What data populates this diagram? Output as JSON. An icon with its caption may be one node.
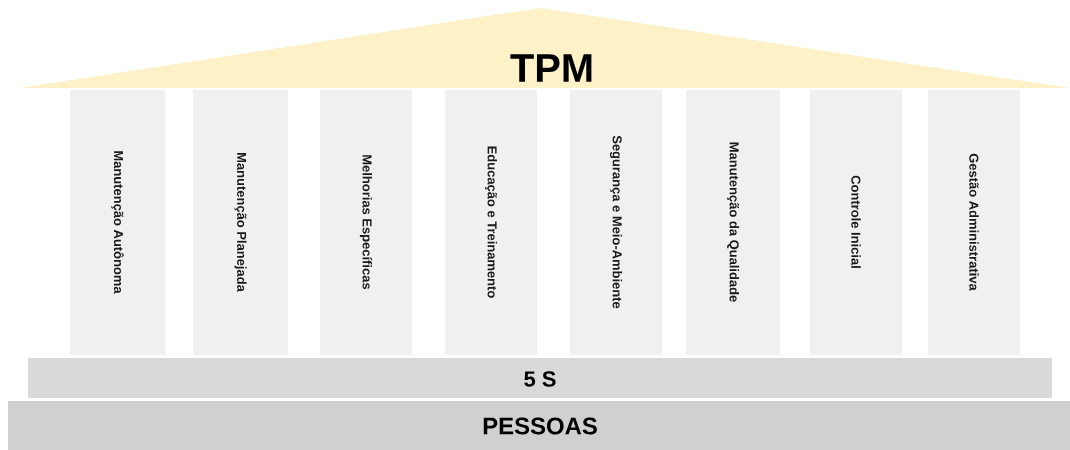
{
  "diagram": {
    "nodes": [
      {
        "text": [
          "TPM"
        ]
      },
      {
        "text": [
          "Manutenção Autônoma"
        ]
      },
      {
        "text": [
          "Manutenção Planejada"
        ]
      },
      {
        "text": [
          "Melhorias Específicas"
        ]
      },
      {
        "text": [
          "Educação e Treinamento"
        ]
      },
      {
        "text": [
          "Segurança e Meio-Ambiente"
        ]
      },
      {
        "text": [
          "Manutenção da Qualidade"
        ]
      },
      {
        "text": [
          "Controle Inicial"
        ]
      },
      {
        "text": [
          "Gestão Administrativa"
        ]
      },
      {
        "text": [
          "5 S"
        ]
      },
      {
        "text": [
          "PESSOAS"
        ]
      }
    ]
  }
}
